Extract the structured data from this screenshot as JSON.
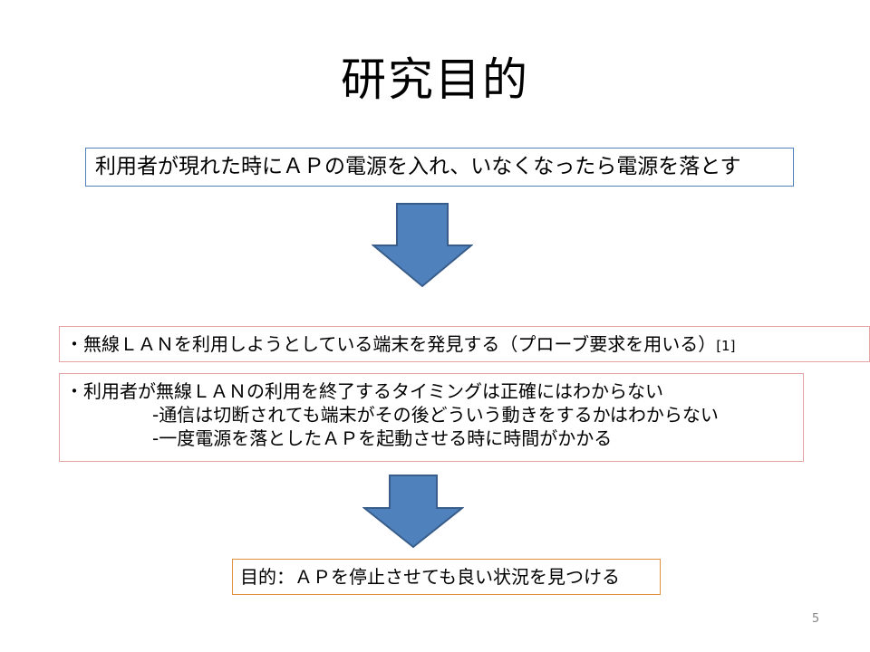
{
  "slide": {
    "title": "研究目的",
    "goal_text": "利用者が現れた時にＡＰの電源を入れ、いなくなったら電源を落とす",
    "probe_text": "・無線ＬＡＮを利用しようとしている端末を発見する（プローブ要求を用いる）",
    "probe_ref": "[1]",
    "issue_main": "・利用者が無線ＬＡＮの利用を終了するタイミングは正確にはわからない",
    "issue_sub1": "-通信は切断されても端末がその後どういう動きをするかはわからない",
    "issue_sub2": "-一度電源を落としたＡＰを起動させる時に時間がかかる",
    "purpose_text": "目的：ＡＰを停止させても良い状況を見つける",
    "slide_number": "5"
  },
  "colors": {
    "arrow_fill": "#4f81bd",
    "arrow_stroke": "#385d8a",
    "goal_border": "#4f81bd",
    "issue_border": "#e6a3a3",
    "purpose_border": "#e0913f"
  },
  "icons": {
    "arrow_1": "down-arrow-icon",
    "arrow_2": "down-arrow-icon"
  }
}
